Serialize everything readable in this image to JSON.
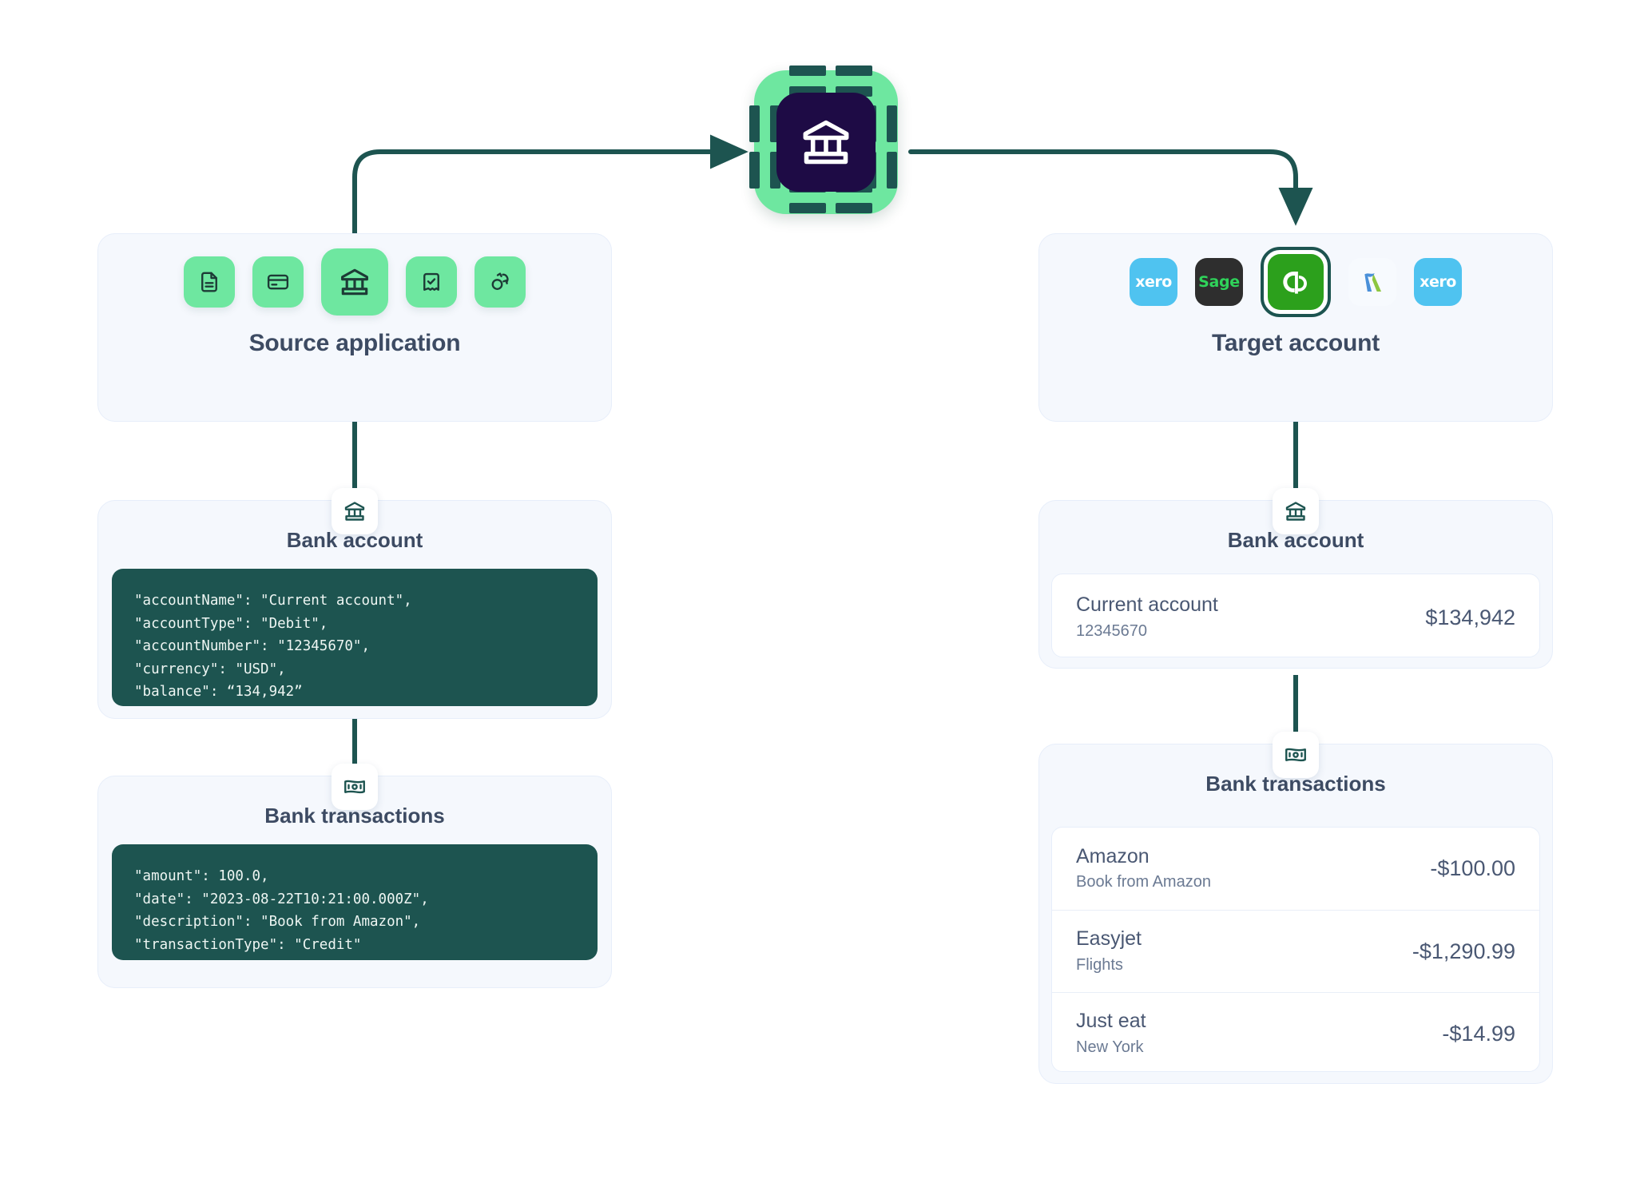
{
  "colors": {
    "accent_green": "#6ee7a0",
    "dark_green": "#1d5450",
    "panel_bg": "#f5f8fd",
    "heading": "#3d4b63",
    "chip_inner": "#1e0b45",
    "xero_blue": "#4fc3f0",
    "sage_dark": "#2e2e2e",
    "sage_green": "#2fd35a",
    "qb_green": "#2ca01c"
  },
  "chip": {
    "icon": "bank-icon",
    "label": "bank-chip"
  },
  "source": {
    "title": "Source application",
    "apps": [
      {
        "icon": "document-icon",
        "selected": false
      },
      {
        "icon": "credit-card-icon",
        "selected": false
      },
      {
        "icon": "bank-icon",
        "selected": true
      },
      {
        "icon": "receipt-check-icon",
        "selected": false
      },
      {
        "icon": "sync-icon",
        "selected": false
      }
    ],
    "bank_account": {
      "badge_icon": "bank-icon",
      "title": "Bank account",
      "code_lines": [
        "\"accountName\": \"Current account\",",
        "\"accountType\": \"Debit\",",
        "\"accountNumber\": \"12345670\",",
        "\"currency\": \"USD\",",
        "\"balance\": “134,942”"
      ]
    },
    "bank_transactions": {
      "badge_icon": "banknote-icon",
      "title": "Bank transactions",
      "code_lines": [
        "\"amount\": 100.0,",
        "\"date\": \"2023-08-22T10:21:00.000Z\",",
        "\"description\": \"Book from Amazon\",",
        "\"transactionType\": \"Credit\""
      ]
    }
  },
  "target": {
    "title": "Target account",
    "integrations": [
      {
        "name": "xero",
        "label": "xero",
        "selected": false
      },
      {
        "name": "sage",
        "label": "Sage",
        "selected": false
      },
      {
        "name": "quickbooks",
        "label": "qb",
        "selected": true
      },
      {
        "name": "freeagent",
        "label": "",
        "selected": false
      },
      {
        "name": "xero",
        "label": "xero",
        "selected": false
      }
    ],
    "bank_account": {
      "badge_icon": "bank-icon",
      "title": "Bank account",
      "account": {
        "name": "Current account",
        "number": "12345670",
        "balance": "$134,942"
      }
    },
    "bank_transactions": {
      "badge_icon": "banknote-icon",
      "title": "Bank transactions",
      "rows": [
        {
          "name": "Amazon",
          "description": "Book from Amazon",
          "amount": "-$100.00"
        },
        {
          "name": "Easyjet",
          "description": "Flights",
          "amount": "-$1,290.99"
        },
        {
          "name": "Just eat",
          "description": "New York",
          "amount": "-$14.99"
        }
      ]
    }
  }
}
